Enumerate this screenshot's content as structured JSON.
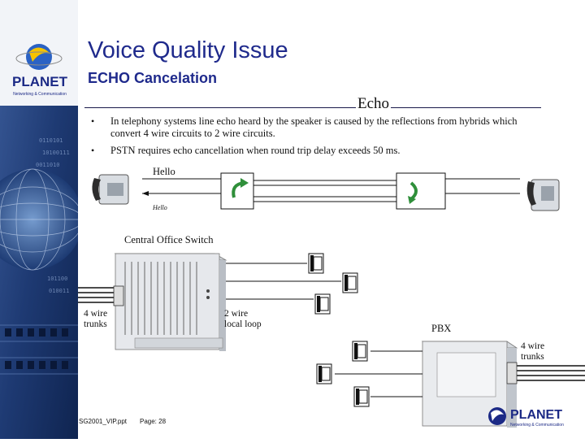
{
  "slide": {
    "title": "Voice Quality Issue",
    "subtitle": "ECHO Cancelation",
    "heading": "Echo"
  },
  "bullets": [
    {
      "marker": "•",
      "text": "In telephony systems line echo heard by the speaker is caused by the reflections from hybrids which convert 4 wire circuits to 2 wire circuits."
    },
    {
      "marker": "•",
      "text": "PSTN requires echo cancellation when round trip delay exceeds 50 ms."
    }
  ],
  "diagram": {
    "hello_label": "Hello",
    "echo_hello_label": "Hello",
    "switch_label": "Central Office Switch",
    "four_wire_trunks_left": [
      "4 wire",
      "trunks"
    ],
    "two_wire_local_loop": [
      "2 wire",
      "local loop"
    ],
    "pbx_label": "PBX",
    "four_wire_trunks_right": [
      "4 wire",
      "trunks"
    ]
  },
  "footer": {
    "file_name": "SG2001_VIP.ppt",
    "page": "Page: 28"
  },
  "logos": {
    "sidebar_logo_text": "PLANET",
    "sidebar_logo_tagline": "Networking & Communication",
    "footer_logo_text": "PLANET",
    "footer_logo_tagline": "Networking & Communication"
  },
  "colors": {
    "title": "#1f2a8c",
    "sidebar": "#2c4a86",
    "hybrid_arrow": "#2f8f3a"
  }
}
